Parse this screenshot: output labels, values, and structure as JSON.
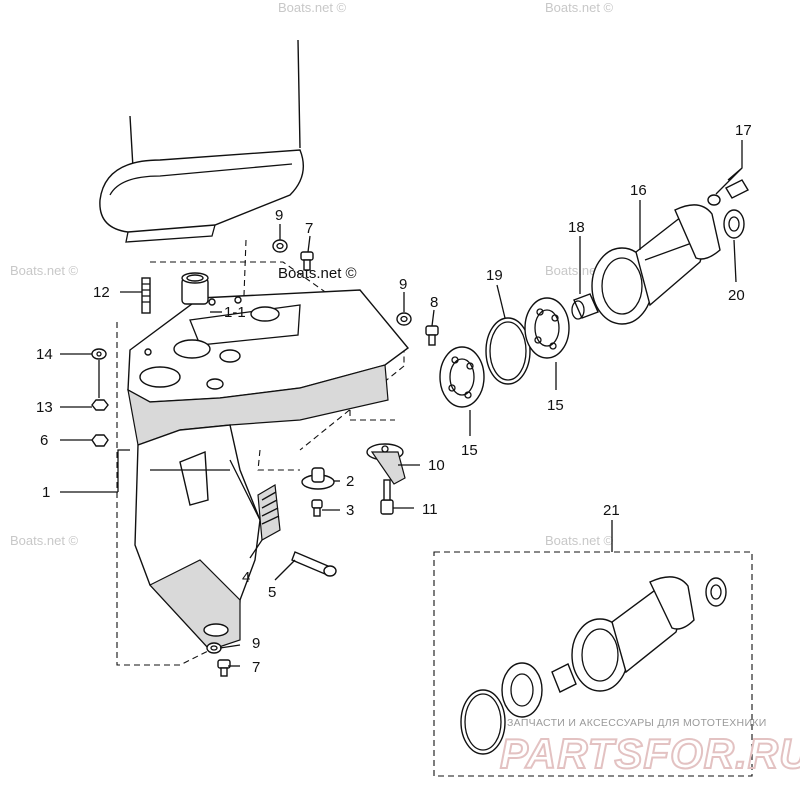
{
  "watermarks": {
    "site": "Boats.net ©",
    "site_inline": "Boats.net ©",
    "brand_tagline": "ЗАПЧАСТИ И АКСЕССУАРЫ ДЛЯ МОТОТЕХНИКИ",
    "brand_logo": "PARTSFOR.RU"
  },
  "callouts": {
    "p1": "1",
    "p1_1": "1-1",
    "p2": "2",
    "p3": "3",
    "p4": "4",
    "p5": "5",
    "p6": "6",
    "p7_top": "7",
    "p7_bottom": "7",
    "p8": "8",
    "p9_top": "9",
    "p9_mid": "9",
    "p9_bottom": "9",
    "p10": "10",
    "p11": "11",
    "p12": "12",
    "p13": "13",
    "p14": "14",
    "p15_a": "15",
    "p15_b": "15",
    "p16": "16",
    "p17": "17",
    "p18": "18",
    "p19": "19",
    "p20": "20",
    "p21": "21"
  }
}
